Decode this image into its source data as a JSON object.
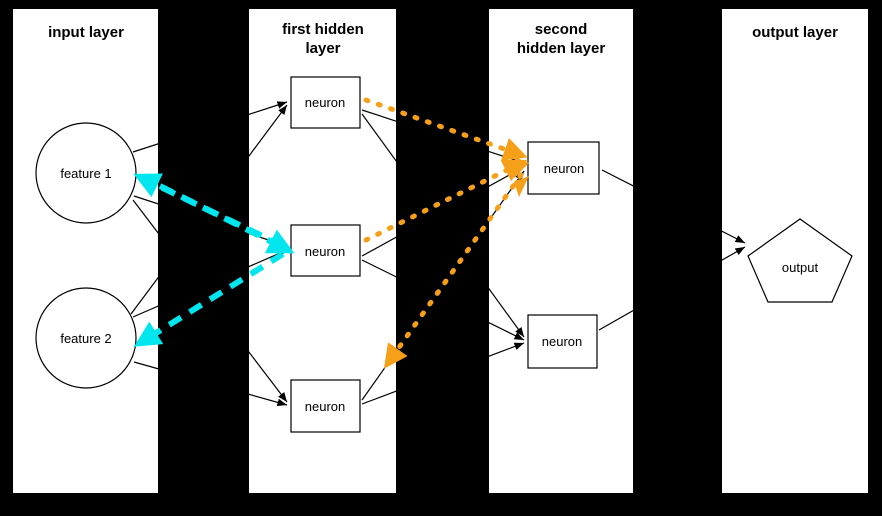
{
  "diagram": {
    "title": "neural network layers diagram",
    "background_color": "#000000",
    "panel_color": "#ffffff",
    "accent_cyan": "#00e5ee",
    "accent_orange": "#f6a019",
    "layers": [
      {
        "id": "input",
        "title": "input layer",
        "nodes": [
          {
            "id": "feature-1",
            "label": "feature 1",
            "shape": "circle",
            "fill": "#ffffff"
          },
          {
            "id": "feature-2",
            "label": "feature 2",
            "shape": "circle",
            "fill": "#ffffff"
          }
        ]
      },
      {
        "id": "first-hidden",
        "title": "first hidden layer",
        "title_line_1": "first hidden",
        "title_line_2": "layer",
        "nodes": [
          {
            "id": "h1-neuron-1",
            "label": "neuron",
            "shape": "rect",
            "fill": "#ffffff"
          },
          {
            "id": "h1-neuron-2",
            "label": "neuron",
            "shape": "rect",
            "fill": "#00e5ee"
          },
          {
            "id": "h1-neuron-3",
            "label": "neuron",
            "shape": "rect",
            "fill": "#ffffff"
          }
        ]
      },
      {
        "id": "second-hidden",
        "title": "second hidden layer",
        "title_line_1": "second",
        "title_line_2": "hidden layer",
        "nodes": [
          {
            "id": "h2-neuron-1",
            "label": "neuron",
            "shape": "rect",
            "fill": "#f6a019"
          },
          {
            "id": "h2-neuron-2",
            "label": "neuron",
            "shape": "rect",
            "fill": "#ffffff"
          }
        ]
      },
      {
        "id": "output",
        "title": "output layer",
        "nodes": [
          {
            "id": "output-node",
            "label": "output",
            "shape": "pentagon",
            "fill": "#ffffff"
          }
        ]
      }
    ],
    "highlighted_edges": {
      "cyan": {
        "description": "highlighted backward edges from highlighted first hidden neuron to the two input features",
        "color": "#00e5ee",
        "style": "dashed",
        "direction": "both"
      },
      "orange": {
        "description": "highlighted edges between first hidden layer neurons and the highlighted second hidden neuron",
        "color": "#f6a019",
        "style": "dotted",
        "direction": "both"
      }
    }
  }
}
